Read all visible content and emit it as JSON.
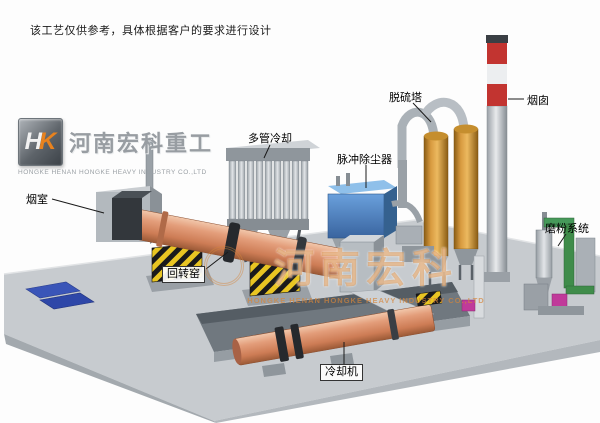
{
  "disclaimer": "该工艺仅供参考，具体根据客户的要求进行设计",
  "logo": {
    "monogram_h": "H",
    "monogram_k": "K",
    "company_cn": "河南宏科重工",
    "company_en": "HONGKE HENAN HONGKE HEAVY INDUSTRY CO.,LTD"
  },
  "watermark": {
    "text_cn": "河南宏科",
    "text_en": "HONGKE HENAN HONGKE HEAVY INDUSTRY CO.,LTD"
  },
  "labels": {
    "smoke_chamber": "烟室",
    "multi_tube_cooler": "多管冷却",
    "pulse_dust_collector": "脉冲除尘器",
    "desulfurization_tower": "脱硫塔",
    "chimney": "烟囱",
    "grinding_system": "磨粉系统",
    "rotary_kiln": "回转窑",
    "cooling_machine": "冷却机"
  },
  "colors": {
    "kiln_shell": "#dd9672",
    "platform": "#c7cbcf",
    "dust_collector_blue": "#4f86c6",
    "desulfurization_tower": "#d1953e",
    "chimney_band_red": "#c23430",
    "pipe_green": "#3f8c4a",
    "accent_magenta": "#c03a9a",
    "hazard_yellow": "#e9c522",
    "watermark_orange": "#d5863a"
  }
}
